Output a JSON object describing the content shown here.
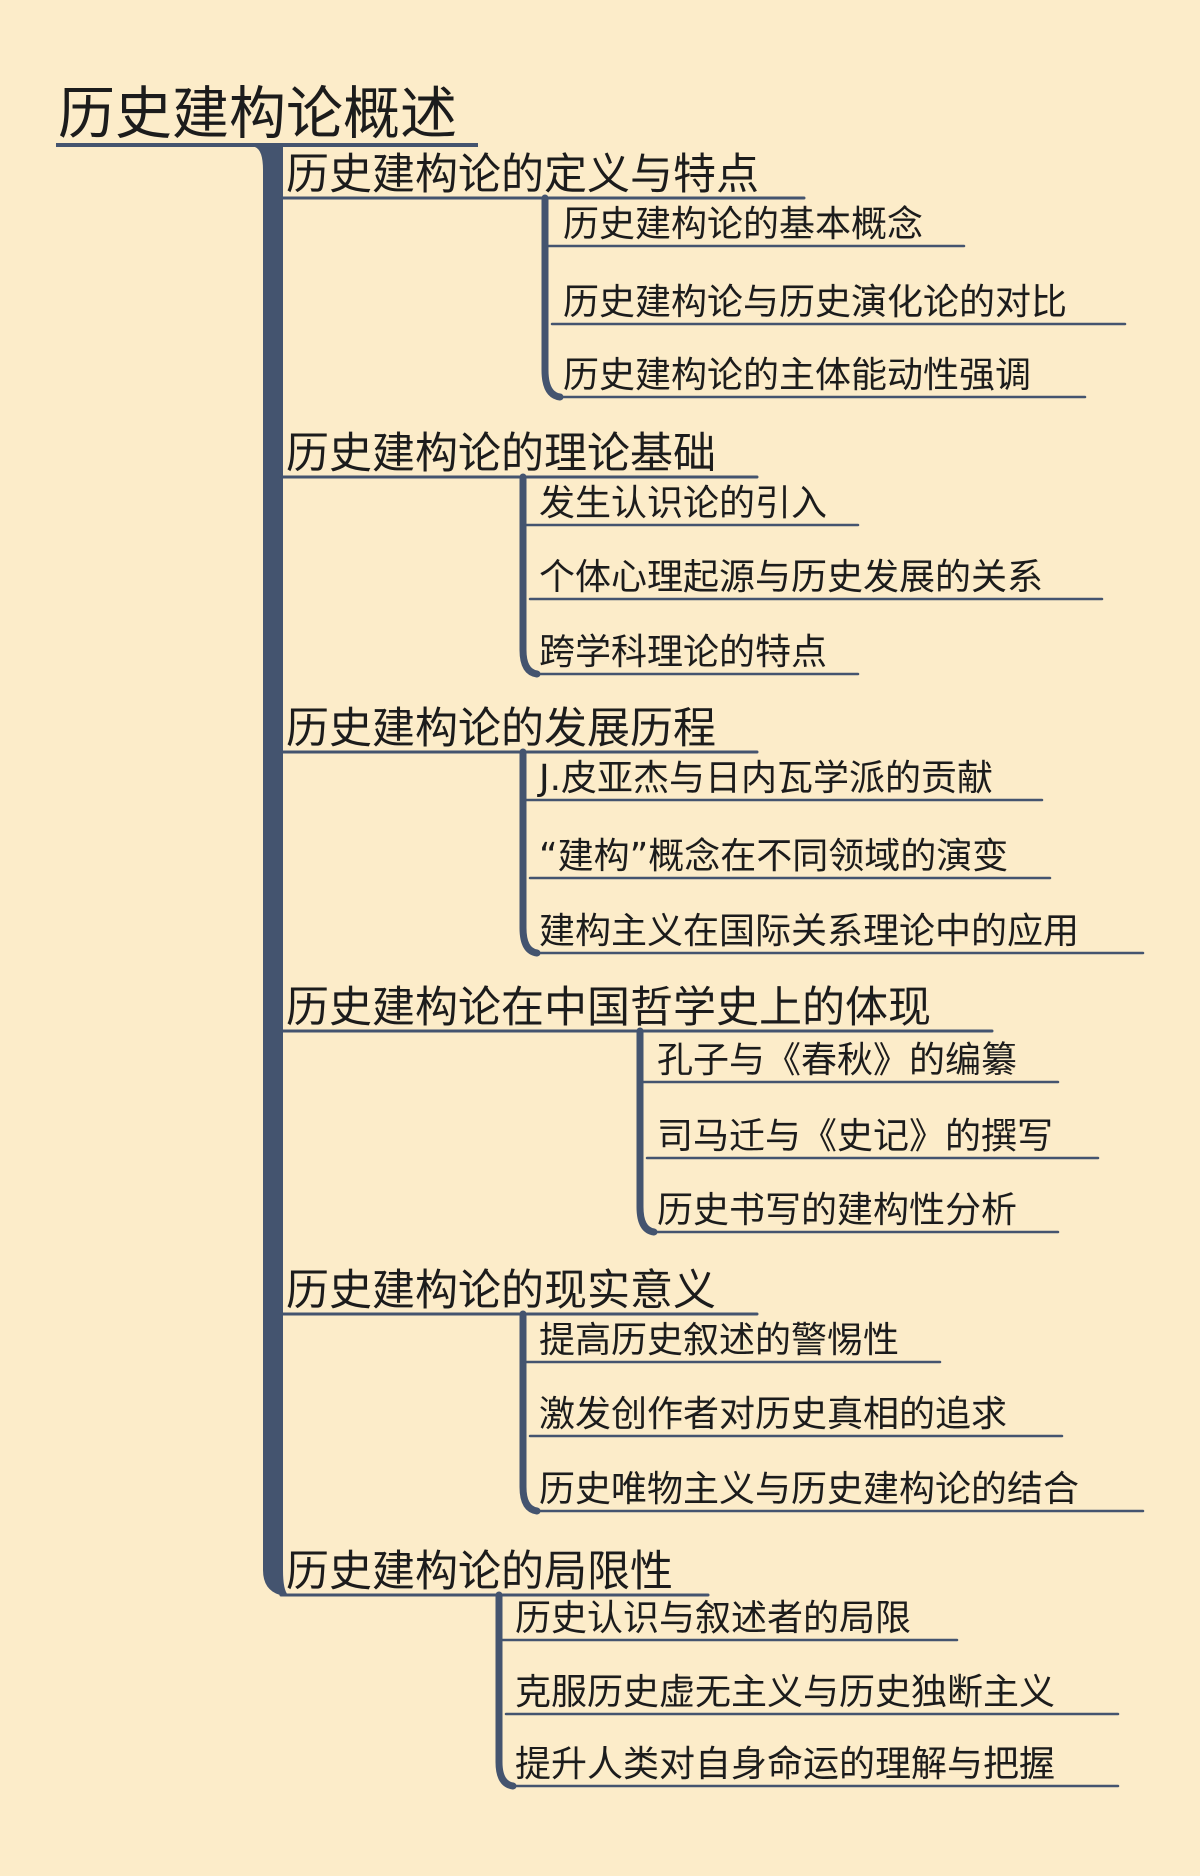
{
  "root": {
    "title": "历史建构论概述"
  },
  "branches": [
    {
      "title": "历史建构论的定义与特点",
      "items": [
        "历史建构论的基本概念",
        "历史建构论与历史演化论的对比",
        "历史建构论的主体能动性强调"
      ]
    },
    {
      "title": "历史建构论的理论基础",
      "items": [
        "发生认识论的引入",
        "个体心理起源与历史发展的关系",
        "跨学科理论的特点"
      ]
    },
    {
      "title": "历史建构论的发展历程",
      "items": [
        "J.皮亚杰与日内瓦学派的贡献",
        "“建构”概念在不同领域的演变",
        "建构主义在国际关系理论中的应用"
      ]
    },
    {
      "title": "历史建构论在中国哲学史上的体现",
      "items": [
        "孔子与《春秋》的编纂",
        "司马迁与《史记》的撰写",
        "历史书写的建构性分析"
      ]
    },
    {
      "title": "历史建构论的现实意义",
      "items": [
        "提高历史叙述的警惕性",
        "激发创作者对历史真相的追求",
        "历史唯物主义与历史建构论的结合"
      ]
    },
    {
      "title": "历史建构论的局限性",
      "items": [
        "历史认识与叙述者的局限",
        "克服历史虚无主义与历史独断主义",
        "提升人类对自身命运的理解与把握"
      ]
    }
  ],
  "colors": {
    "background": "#fcecc9",
    "line": "#44546f",
    "text": "#1c1c1c"
  }
}
